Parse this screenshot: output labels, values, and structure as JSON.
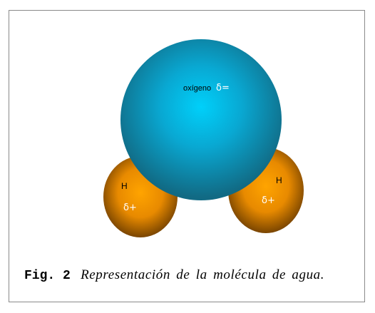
{
  "figure": {
    "oxygen": {
      "name": "oxígeno",
      "charge": "δ="
    },
    "hydrogen_left": {
      "name": "H",
      "charge": "δ+"
    },
    "hydrogen_right": {
      "name": "H",
      "charge": "δ+"
    },
    "colors": {
      "oxygen_center": "#00c8f5",
      "oxygen_edge": "#127792",
      "hydrogen_center": "#ffa000",
      "hydrogen_edge": "#8a4e00",
      "frame_border": "#8a8a8a"
    }
  },
  "caption": {
    "label": "Fig. 2",
    "text": "Representación de la molécula de agua."
  }
}
